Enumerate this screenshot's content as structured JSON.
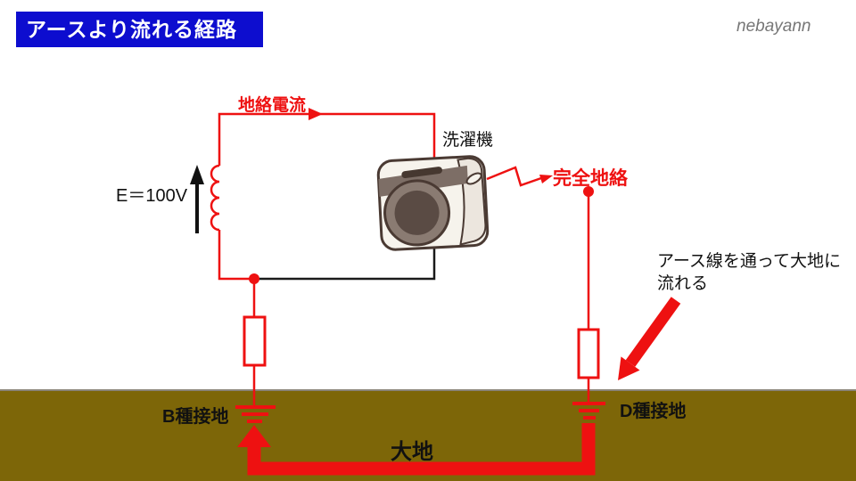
{
  "slide": {
    "title": "アースより流れる経路",
    "watermark": "nebayann"
  },
  "labels": {
    "fault_current": "地絡電流",
    "washing_machine": "洗濯機",
    "complete_ground_fault": "完全地絡",
    "source_voltage": "E＝100V",
    "earth_note_line1": "アース線を通って大地に",
    "earth_note_line2": "流れる",
    "ground_type_b": "B種接地",
    "ground_type_d": "D種接地",
    "earth": "大地"
  },
  "colors": {
    "accent_red": "#ee1111",
    "title_background_blue": "#0d0dcf",
    "title_text": "#ffffff",
    "earth_brown": "#7d6608",
    "wire_black": "#1a1a1a",
    "machine_outline_brown": "#4a3a33",
    "machine_body": "#f6f3ec",
    "machine_band": "#7d6e66",
    "machine_door_ring": "#8a7b72",
    "machine_door_inner": "#5a4b44",
    "watermark_gray": "#777777"
  }
}
